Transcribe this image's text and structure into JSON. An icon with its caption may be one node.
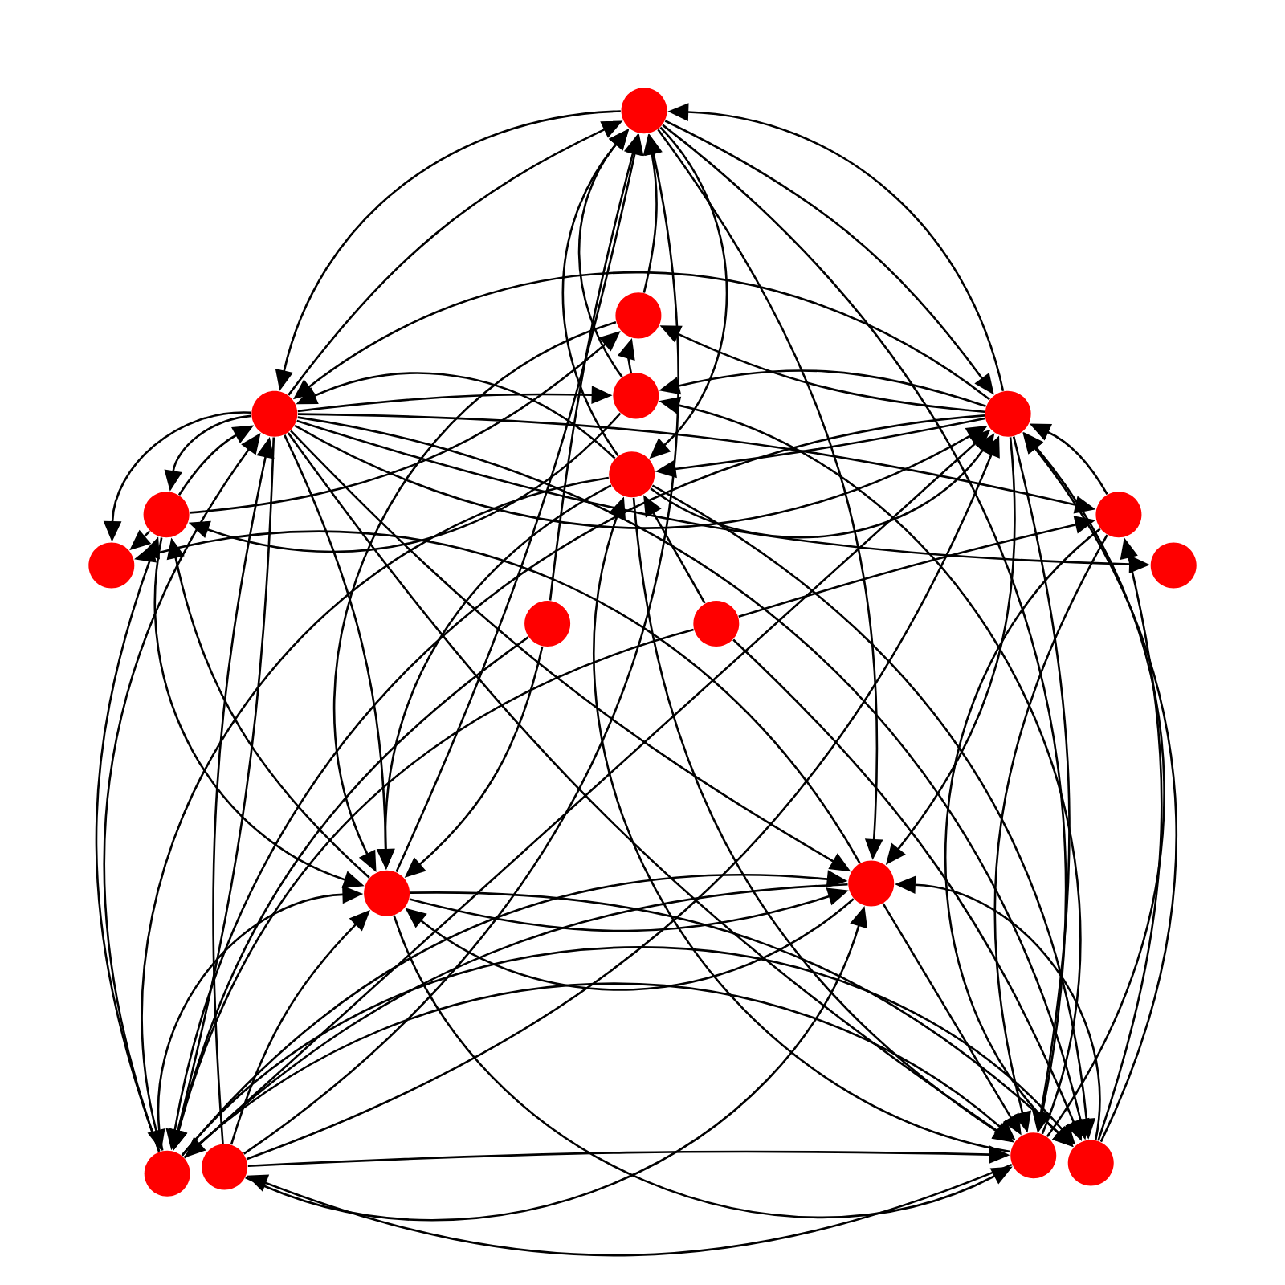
{
  "diagram": {
    "nodes": [
      {
        "text": [],
        "shape": "circle"
      },
      {
        "text": [],
        "shape": "circle"
      },
      {
        "text": [],
        "shape": "circle"
      },
      {
        "text": [],
        "shape": "circle"
      },
      {
        "text": [],
        "shape": "circle"
      },
      {
        "text": [],
        "shape": "circle"
      },
      {
        "text": [],
        "shape": "circle"
      },
      {
        "text": [],
        "shape": "circle"
      },
      {
        "text": [],
        "shape": "circle"
      },
      {
        "text": [],
        "shape": "circle"
      },
      {
        "text": [],
        "shape": "circle"
      },
      {
        "text": [],
        "shape": "circle"
      },
      {
        "text": [],
        "shape": "circle"
      },
      {
        "text": [],
        "shape": "circle"
      },
      {
        "text": [],
        "shape": "circle"
      },
      {
        "text": [],
        "shape": "circle"
      },
      {
        "text": [],
        "shape": "circle"
      },
      {
        "text": [],
        "shape": "circle"
      }
    ],
    "edges": [
      {
        "from": 0,
        "to": 4,
        "arrow": "to"
      },
      {
        "from": 4,
        "to": 0,
        "arrow": "to"
      },
      {
        "from": 7,
        "to": 0,
        "arrow": "to"
      },
      {
        "from": 0,
        "to": 7,
        "arrow": "to"
      },
      {
        "from": 0,
        "to": 13,
        "arrow": "to"
      },
      {
        "from": 12,
        "to": 0,
        "arrow": "to"
      },
      {
        "from": 1,
        "to": 0,
        "arrow": "to"
      },
      {
        "from": 2,
        "to": 0,
        "arrow": "to"
      },
      {
        "from": 3,
        "to": 0,
        "arrow": "to"
      },
      {
        "from": 15,
        "to": 0,
        "arrow": "to"
      },
      {
        "from": 0,
        "to": 3,
        "arrow": "to"
      },
      {
        "from": 0,
        "to": 16,
        "arrow": "to"
      },
      {
        "from": 7,
        "to": 1,
        "arrow": "to"
      },
      {
        "from": 7,
        "to": 2,
        "arrow": "to"
      },
      {
        "from": 7,
        "to": 4,
        "arrow": "to"
      },
      {
        "from": 4,
        "to": 7,
        "arrow": "to"
      },
      {
        "from": 7,
        "to": 3,
        "arrow": "to"
      },
      {
        "from": 3,
        "to": 7,
        "arrow": "to"
      },
      {
        "from": 7,
        "to": 13,
        "arrow": "to"
      },
      {
        "from": 7,
        "to": 14,
        "arrow": "to"
      },
      {
        "from": 15,
        "to": 7,
        "arrow": "to"
      },
      {
        "from": 14,
        "to": 7,
        "arrow": "to"
      },
      {
        "from": 8,
        "to": 7,
        "arrow": "to"
      },
      {
        "from": 17,
        "to": 7,
        "arrow": "to"
      },
      {
        "from": 16,
        "to": 7,
        "arrow": "to"
      },
      {
        "from": 4,
        "to": 5,
        "arrow": "to"
      },
      {
        "from": 5,
        "to": 4,
        "arrow": "to"
      },
      {
        "from": 4,
        "to": 6,
        "arrow": "to"
      },
      {
        "from": 5,
        "to": 6,
        "arrow": "to"
      },
      {
        "from": 13,
        "to": 6,
        "arrow": "to"
      },
      {
        "from": 5,
        "to": 1,
        "arrow": "to"
      },
      {
        "from": 2,
        "to": 5,
        "arrow": "to"
      },
      {
        "from": 12,
        "to": 5,
        "arrow": "to"
      },
      {
        "from": 14,
        "to": 5,
        "arrow": "to"
      },
      {
        "from": 5,
        "to": 12,
        "arrow": "to"
      },
      {
        "from": 4,
        "to": 12,
        "arrow": "to"
      },
      {
        "from": 4,
        "to": 14,
        "arrow": "to"
      },
      {
        "from": 14,
        "to": 4,
        "arrow": "to"
      },
      {
        "from": 15,
        "to": 4,
        "arrow": "to"
      },
      {
        "from": 4,
        "to": 16,
        "arrow": "to"
      },
      {
        "from": 4,
        "to": 17,
        "arrow": "to"
      },
      {
        "from": 4,
        "to": 13,
        "arrow": "to"
      },
      {
        "from": 4,
        "to": 8,
        "arrow": "to"
      },
      {
        "from": 4,
        "to": 9,
        "arrow": "to"
      },
      {
        "from": 3,
        "to": 4,
        "arrow": "to"
      },
      {
        "from": 4,
        "to": 2,
        "arrow": "to"
      },
      {
        "from": 8,
        "to": 16,
        "arrow": "to"
      },
      {
        "from": 8,
        "to": 17,
        "arrow": "to"
      },
      {
        "from": 17,
        "to": 8,
        "arrow": "to"
      },
      {
        "from": 11,
        "to": 8,
        "arrow": "to"
      },
      {
        "from": 10,
        "to": 12,
        "arrow": "to"
      },
      {
        "from": 10,
        "to": 14,
        "arrow": "to"
      },
      {
        "from": 11,
        "to": 3,
        "arrow": "to"
      },
      {
        "from": 11,
        "to": 17,
        "arrow": "to"
      },
      {
        "from": 11,
        "to": 14,
        "arrow": "to"
      },
      {
        "from": 12,
        "to": 13,
        "arrow": "to"
      },
      {
        "from": 13,
        "to": 12,
        "arrow": "to"
      },
      {
        "from": 12,
        "to": 16,
        "arrow": "to"
      },
      {
        "from": 12,
        "to": 17,
        "arrow": "to"
      },
      {
        "from": 13,
        "to": 14,
        "arrow": "to"
      },
      {
        "from": 14,
        "to": 13,
        "arrow": "to"
      },
      {
        "from": 15,
        "to": 13,
        "arrow": "to"
      },
      {
        "from": 13,
        "to": 16,
        "arrow": "to"
      },
      {
        "from": 17,
        "to": 13,
        "arrow": "to"
      },
      {
        "from": 14,
        "to": 16,
        "arrow": "to"
      },
      {
        "from": 14,
        "to": 17,
        "arrow": "to"
      },
      {
        "from": 15,
        "to": 16,
        "arrow": "to"
      },
      {
        "from": 16,
        "to": 15,
        "arrow": "to"
      },
      {
        "from": 3,
        "to": 12,
        "arrow": "to"
      },
      {
        "from": 3,
        "to": 14,
        "arrow": "to"
      },
      {
        "from": 3,
        "to": 16,
        "arrow": "to"
      },
      {
        "from": 3,
        "to": 17,
        "arrow": "to"
      },
      {
        "from": 1,
        "to": 12,
        "arrow": "to"
      },
      {
        "from": 16,
        "to": 2,
        "arrow": "to"
      },
      {
        "from": 16,
        "to": 3,
        "arrow": "to"
      },
      {
        "from": 2,
        "to": 1,
        "arrow": "to"
      },
      {
        "from": 7,
        "to": 16,
        "arrow": "to"
      },
      {
        "from": 15,
        "to": 12,
        "arrow": "to"
      },
      {
        "from": 14,
        "to": 12,
        "arrow": "to"
      },
      {
        "from": 10,
        "to": 0,
        "arrow": "to"
      }
    ]
  }
}
